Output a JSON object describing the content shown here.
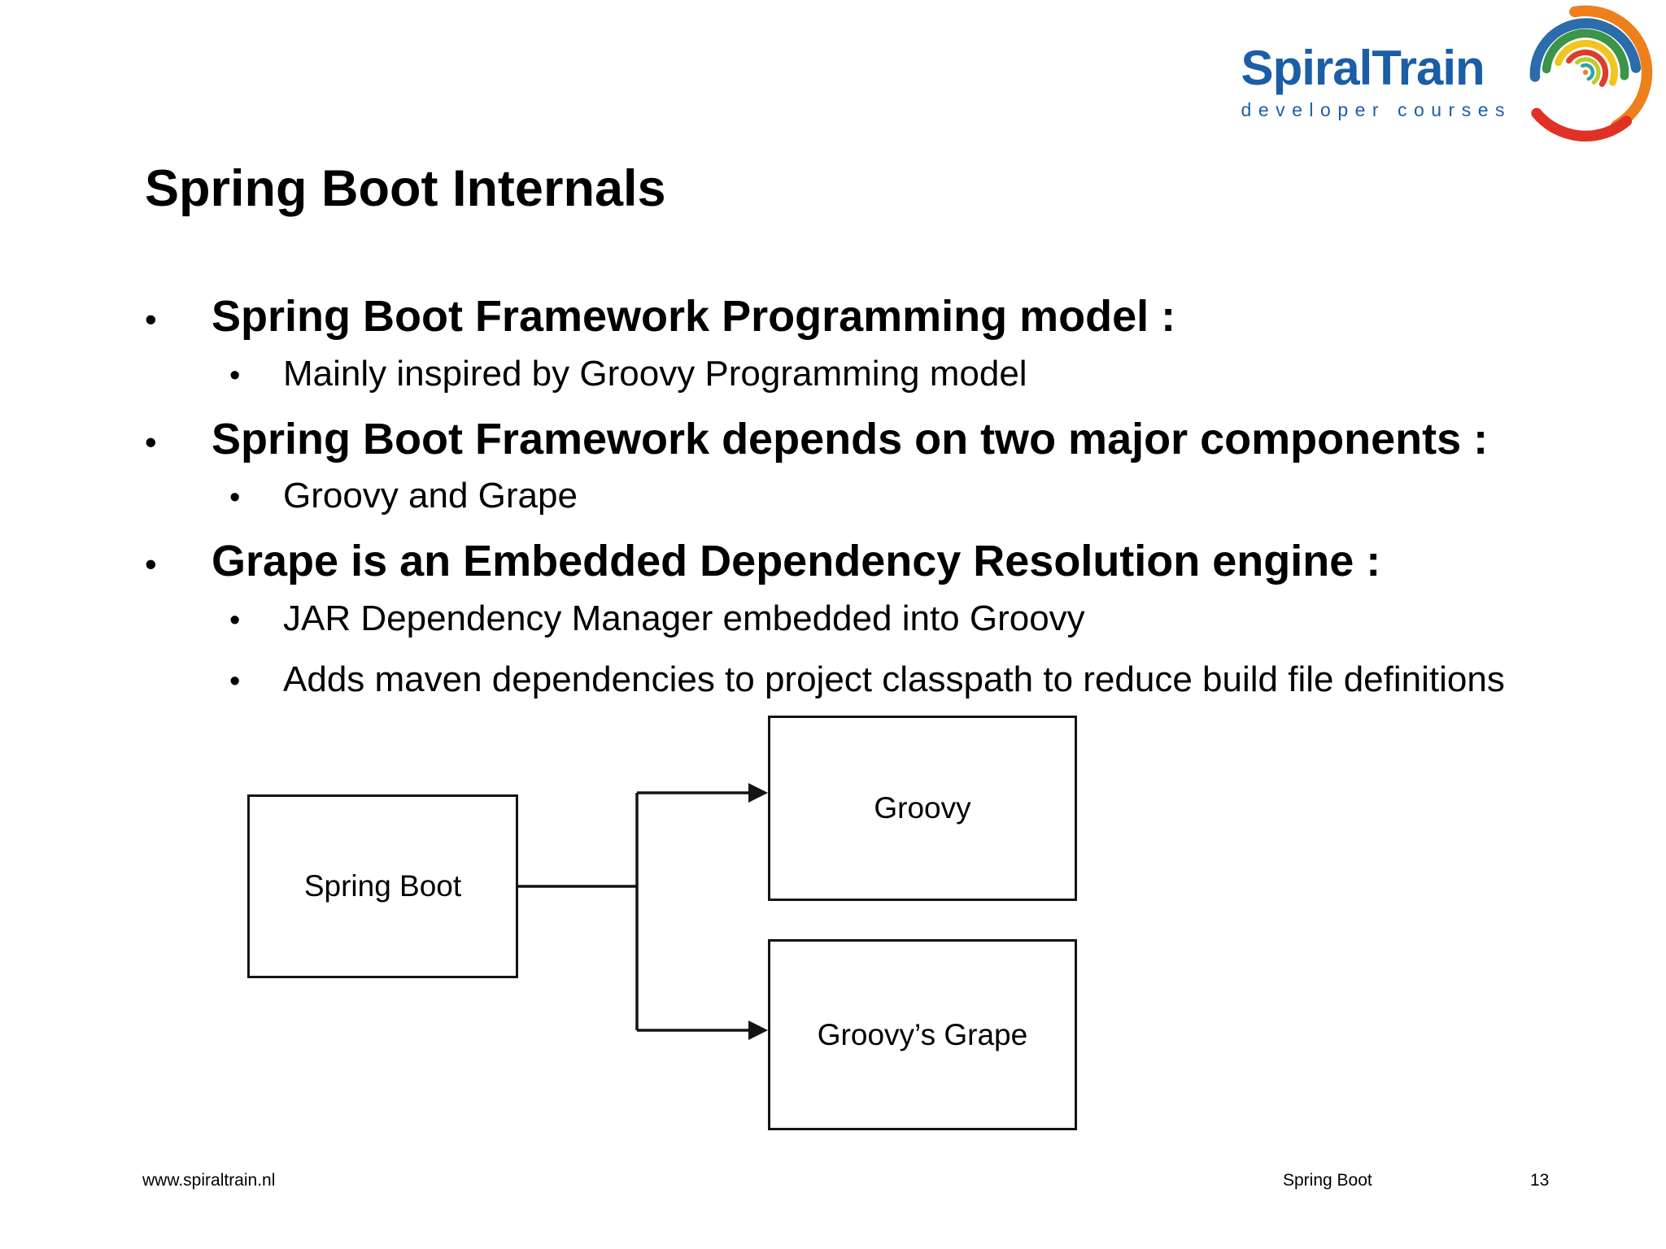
{
  "logo": {
    "brand": "SpiralTrain",
    "tagline": "developer courses",
    "brand_color": "#1b5ea6",
    "spiral_colors": [
      "#ee7f1b",
      "#e03127",
      "#2b6cac",
      "#3b9448",
      "#f2c420",
      "#dc3d2b",
      "#bfcb2b",
      "#2fa3a0"
    ]
  },
  "slide": {
    "title": "Spring Boot Internals"
  },
  "bullets": [
    {
      "level": 1,
      "text": "Spring Boot Framework Programming model :"
    },
    {
      "level": 2,
      "text": "Mainly inspired by Groovy Programming model"
    },
    {
      "level": 1,
      "text": "Spring Boot Framework depends on two major components :"
    },
    {
      "level": 2,
      "text": "Groovy and Grape"
    },
    {
      "level": 1,
      "text": "Grape is an Embedded Dependency Resolution engine :"
    },
    {
      "level": 2,
      "text": "JAR Dependency Manager embedded into Groovy"
    },
    {
      "level": 2,
      "text": "Adds maven dependencies to project classpath to reduce build file definitions"
    }
  ],
  "diagram": {
    "nodes": [
      {
        "id": "spring-boot",
        "label": "Spring Boot"
      },
      {
        "id": "groovy",
        "label": "Groovy"
      },
      {
        "id": "groovys-grape",
        "label": "Groovy’s Grape"
      }
    ],
    "edges": [
      {
        "from": "spring-boot",
        "to": "groovy"
      },
      {
        "from": "spring-boot",
        "to": "groovys-grape"
      }
    ]
  },
  "footer": {
    "left": "www.spiraltrain.nl",
    "center": "Spring Boot",
    "page": "13"
  }
}
